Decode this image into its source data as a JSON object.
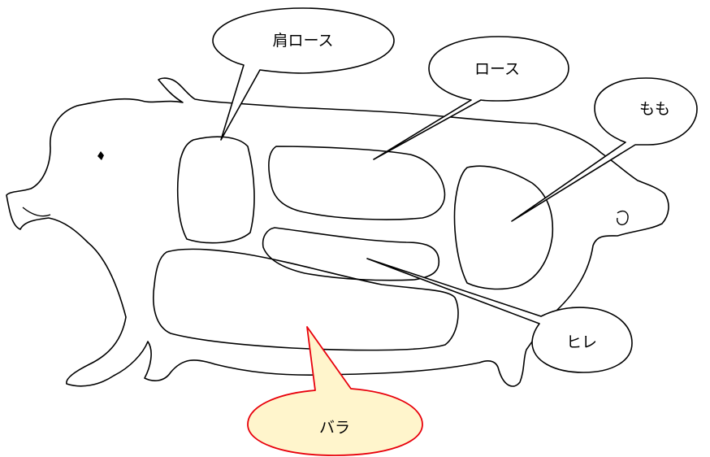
{
  "colors": {
    "outline": "#000000",
    "highlight_fill": "#fff5cc",
    "highlight_stroke": "#e8000b"
  },
  "labels": {
    "shoulder_loin": "肩ロース",
    "loin": "ロース",
    "ham": "もも",
    "tenderloin": "ヒレ",
    "belly": "バラ"
  }
}
